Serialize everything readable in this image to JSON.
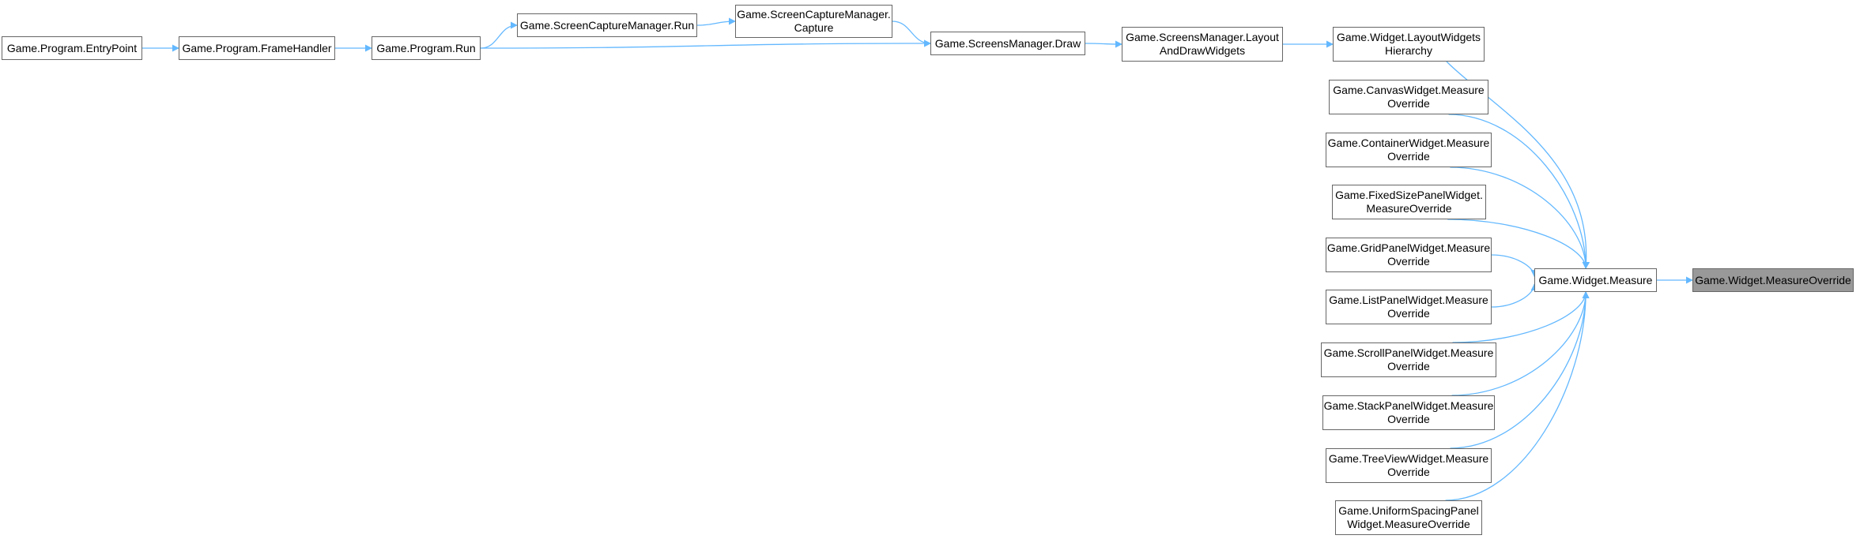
{
  "diagram": {
    "type": "call-graph",
    "edge_color": "#63B8FF",
    "node_border_color": "#666666",
    "highlight_color": "#999999",
    "nodes": {
      "entry_point": {
        "lines": [
          "Game.Program.EntryPoint"
        ]
      },
      "frame_handler": {
        "lines": [
          "Game.Program.FrameHandler"
        ]
      },
      "program_run": {
        "lines": [
          "Game.Program.Run"
        ]
      },
      "screen_capture_run": {
        "lines": [
          "Game.ScreenCaptureManager.Run"
        ]
      },
      "screen_capture_capture": {
        "lines": [
          "Game.ScreenCaptureManager.",
          "Capture"
        ]
      },
      "screens_draw": {
        "lines": [
          "Game.ScreensManager.Draw"
        ]
      },
      "screens_layout": {
        "lines": [
          "Game.ScreensManager.Layout",
          "AndDrawWidgets"
        ]
      },
      "layout_widgets_hierarchy": {
        "lines": [
          "Game.Widget.LayoutWidgets",
          "Hierarchy"
        ]
      },
      "canvas_measure": {
        "lines": [
          "Game.CanvasWidget.Measure",
          "Override"
        ]
      },
      "container_measure": {
        "lines": [
          "Game.ContainerWidget.Measure",
          "Override"
        ]
      },
      "fixedsize_measure": {
        "lines": [
          "Game.FixedSizePanelWidget.",
          "MeasureOverride"
        ]
      },
      "grid_measure": {
        "lines": [
          "Game.GridPanelWidget.Measure",
          "Override"
        ]
      },
      "list_measure": {
        "lines": [
          "Game.ListPanelWidget.Measure",
          "Override"
        ]
      },
      "scroll_measure": {
        "lines": [
          "Game.ScrollPanelWidget.Measure",
          "Override"
        ]
      },
      "stack_measure": {
        "lines": [
          "Game.StackPanelWidget.Measure",
          "Override"
        ]
      },
      "treeview_measure": {
        "lines": [
          "Game.TreeViewWidget.Measure",
          "Override"
        ]
      },
      "uniform_measure": {
        "lines": [
          "Game.UniformSpacingPanel",
          "Widget.MeasureOverride"
        ]
      },
      "widget_measure": {
        "lines": [
          "Game.Widget.Measure"
        ]
      },
      "widget_measure_override": {
        "lines": [
          "Game.Widget.MeasureOverride"
        ],
        "highlight": true
      }
    },
    "edges": [
      [
        "entry_point",
        "frame_handler"
      ],
      [
        "frame_handler",
        "program_run"
      ],
      [
        "program_run",
        "screen_capture_run"
      ],
      [
        "program_run",
        "screens_draw"
      ],
      [
        "screen_capture_run",
        "screen_capture_capture"
      ],
      [
        "screen_capture_capture",
        "screens_draw"
      ],
      [
        "screens_draw",
        "screens_layout"
      ],
      [
        "screens_layout",
        "layout_widgets_hierarchy"
      ],
      [
        "layout_widgets_hierarchy",
        "widget_measure"
      ],
      [
        "canvas_measure",
        "widget_measure"
      ],
      [
        "container_measure",
        "widget_measure"
      ],
      [
        "fixedsize_measure",
        "widget_measure"
      ],
      [
        "grid_measure",
        "widget_measure"
      ],
      [
        "list_measure",
        "widget_measure"
      ],
      [
        "scroll_measure",
        "widget_measure"
      ],
      [
        "stack_measure",
        "widget_measure"
      ],
      [
        "treeview_measure",
        "widget_measure"
      ],
      [
        "uniform_measure",
        "widget_measure"
      ],
      [
        "widget_measure",
        "widget_measure_override"
      ]
    ]
  }
}
